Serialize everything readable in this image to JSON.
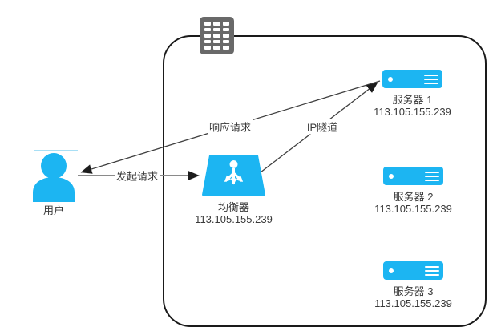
{
  "diagram": {
    "kind": "network-load-balancing-diagram",
    "colors": {
      "node_fill": "#1cb5f2",
      "badge_fill": "#696969",
      "boundary_stroke": "#1a1a1a",
      "edge_dark": "#3f3f3f",
      "edge_gray": "#8a8a8a",
      "arrowhead": "#1c1c1c",
      "label_text": "#3a3a3a",
      "user_topline": "#a8dff5"
    },
    "cluster": {
      "badge_icon": "grid-icon"
    },
    "nodes": {
      "user": {
        "label": "用户",
        "icon": "person-icon"
      },
      "balancer": {
        "label": "均衡器",
        "ip": "113.105.155.239",
        "icon": "load-balancer-icon"
      },
      "servers": [
        {
          "label": "服务器 1",
          "ip": "113.105.155.239",
          "icon": "server-icon"
        },
        {
          "label": "服务器 2",
          "ip": "113.105.155.239",
          "icon": "server-icon"
        },
        {
          "label": "服务器 3",
          "ip": "113.105.155.239",
          "icon": "server-icon"
        }
      ]
    },
    "edges": [
      {
        "id": "request",
        "label": "发起请求",
        "from": "user",
        "to": "balancer"
      },
      {
        "id": "tunnel",
        "label": "IP隧道",
        "from": "balancer",
        "to": "server-1"
      },
      {
        "id": "response",
        "label": "响应请求",
        "from": "server-1",
        "to": "user"
      }
    ]
  }
}
